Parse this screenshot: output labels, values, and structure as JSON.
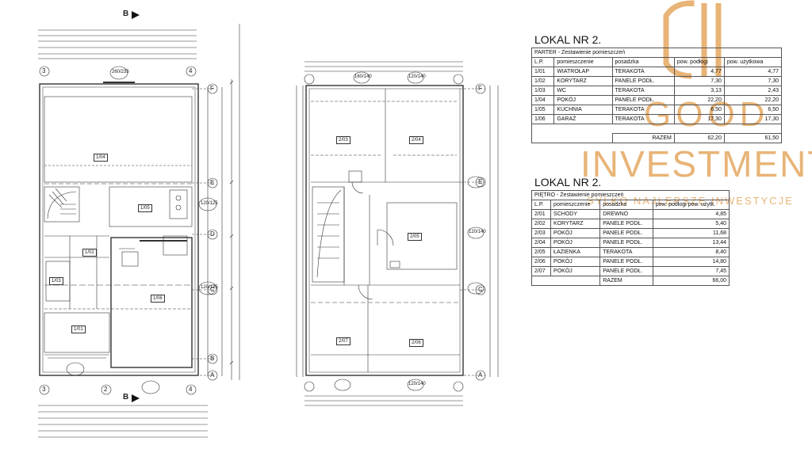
{
  "plans": {
    "section_top": "B",
    "section_bottom": "B",
    "ground_rooms": [
      "1/04",
      "1/05",
      "1/02",
      "1/03",
      "1/06",
      "1/01"
    ],
    "upper_rooms": [
      "2/03",
      "2/04",
      "2/05",
      "2/07",
      "2/06"
    ],
    "grid_rows": [
      "F",
      "E",
      "D",
      "C",
      "B",
      "A"
    ],
    "grid_cols_ground": [
      "3",
      "3",
      "2",
      "4",
      "4"
    ],
    "window_tags": [
      "260/235",
      "120/125",
      "120/125",
      "120/140",
      "120/140",
      "160/140",
      "120/140"
    ]
  },
  "parter": {
    "title": "LOKAL NR 2.",
    "subtitle": "PARTER - Zestawienie pomieszczeń",
    "headers": [
      "L.P.",
      "pomieszczenie",
      "posadzka",
      "pow. podłogi",
      "pow. użytkowa"
    ],
    "rows": [
      [
        "1/01",
        "WIATROŁAP",
        "TERAKOTA",
        "4,77",
        "4,77"
      ],
      [
        "1/02",
        "KORYTARZ",
        "PANELE PODŁ.",
        "7,30",
        "7,30"
      ],
      [
        "1/03",
        "WC",
        "TERAKOTA",
        "3,13",
        "2,43"
      ],
      [
        "1/04",
        "POKÓJ",
        "PANELE PODŁ.",
        "22,20",
        "22,20"
      ],
      [
        "1/05",
        "KUCHNIA",
        "TERAKOTA",
        "6,50",
        "6,50"
      ],
      [
        "1/06",
        "GARAŻ",
        "TERAKOTA",
        "17,30",
        "17,30"
      ]
    ],
    "total_label": "RAZEM",
    "total_floor": "62,20",
    "total_usable": "61,50"
  },
  "pietro": {
    "title": "LOKAL NR 2.",
    "subtitle": "PIĘTRO - Zestawienie pomieszczeń",
    "headers": [
      "L.P.",
      "pomieszczenie",
      "posadzka",
      "pow. podłogi",
      "pow. użytk."
    ],
    "rows": [
      [
        "2/01",
        "SCHODY",
        "DREWNO",
        "4,85"
      ],
      [
        "2/02",
        "KORYTARZ",
        "PANELE PODŁ.",
        "5,40"
      ],
      [
        "2/03",
        "POKÓJ",
        "PANELE PODŁ.",
        "11,68"
      ],
      [
        "2/04",
        "POKÓJ",
        "PANELE PODŁ.",
        "13,44"
      ],
      [
        "2/05",
        "ŁAZIENKA",
        "TERAKOTA",
        "8,40"
      ],
      [
        "2/06",
        "POKÓJ",
        "PANELE PODŁ.",
        "14,80"
      ],
      [
        "2/07",
        "POKÓJ",
        "PANELE PODŁ.",
        "7,45"
      ]
    ],
    "total_label": "RAZEM",
    "total_floor": "66,00"
  },
  "watermark": {
    "brand_line1": "GOOD",
    "brand_line2": "INVESTMENT",
    "tagline": "SYLKO NAJLEPSZE INWESTYCJE",
    "color": "#e8b477"
  }
}
